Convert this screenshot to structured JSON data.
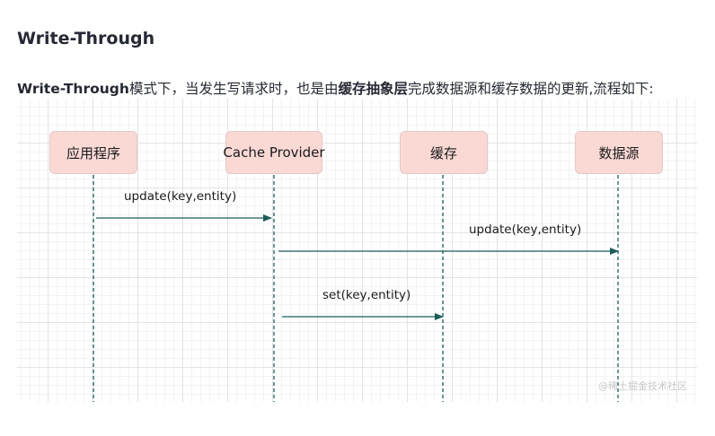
{
  "heading": "Write-Through",
  "paragraph": {
    "part1_bold": "Write-Through",
    "part2": "模式下，当发生写请求时，也是由",
    "part3_bold": "缓存抽象层",
    "part4": "完成数据源和缓存数据的更新,流程如下:"
  },
  "diagram": {
    "actors": [
      "应用程序",
      "Cache Provider",
      "缓存",
      "数据源"
    ],
    "messages": [
      {
        "from": "应用程序",
        "to": "Cache Provider",
        "label": "update(key,entity)"
      },
      {
        "from": "Cache Provider",
        "to": "数据源",
        "label": "update(key,entity)"
      },
      {
        "from": "Cache Provider",
        "to": "缓存",
        "label": "set(key,entity)"
      }
    ],
    "line_color": "#1f5c5c",
    "actor_fill": "#fad9d5",
    "watermark": "@稀土掘金技术社区"
  }
}
